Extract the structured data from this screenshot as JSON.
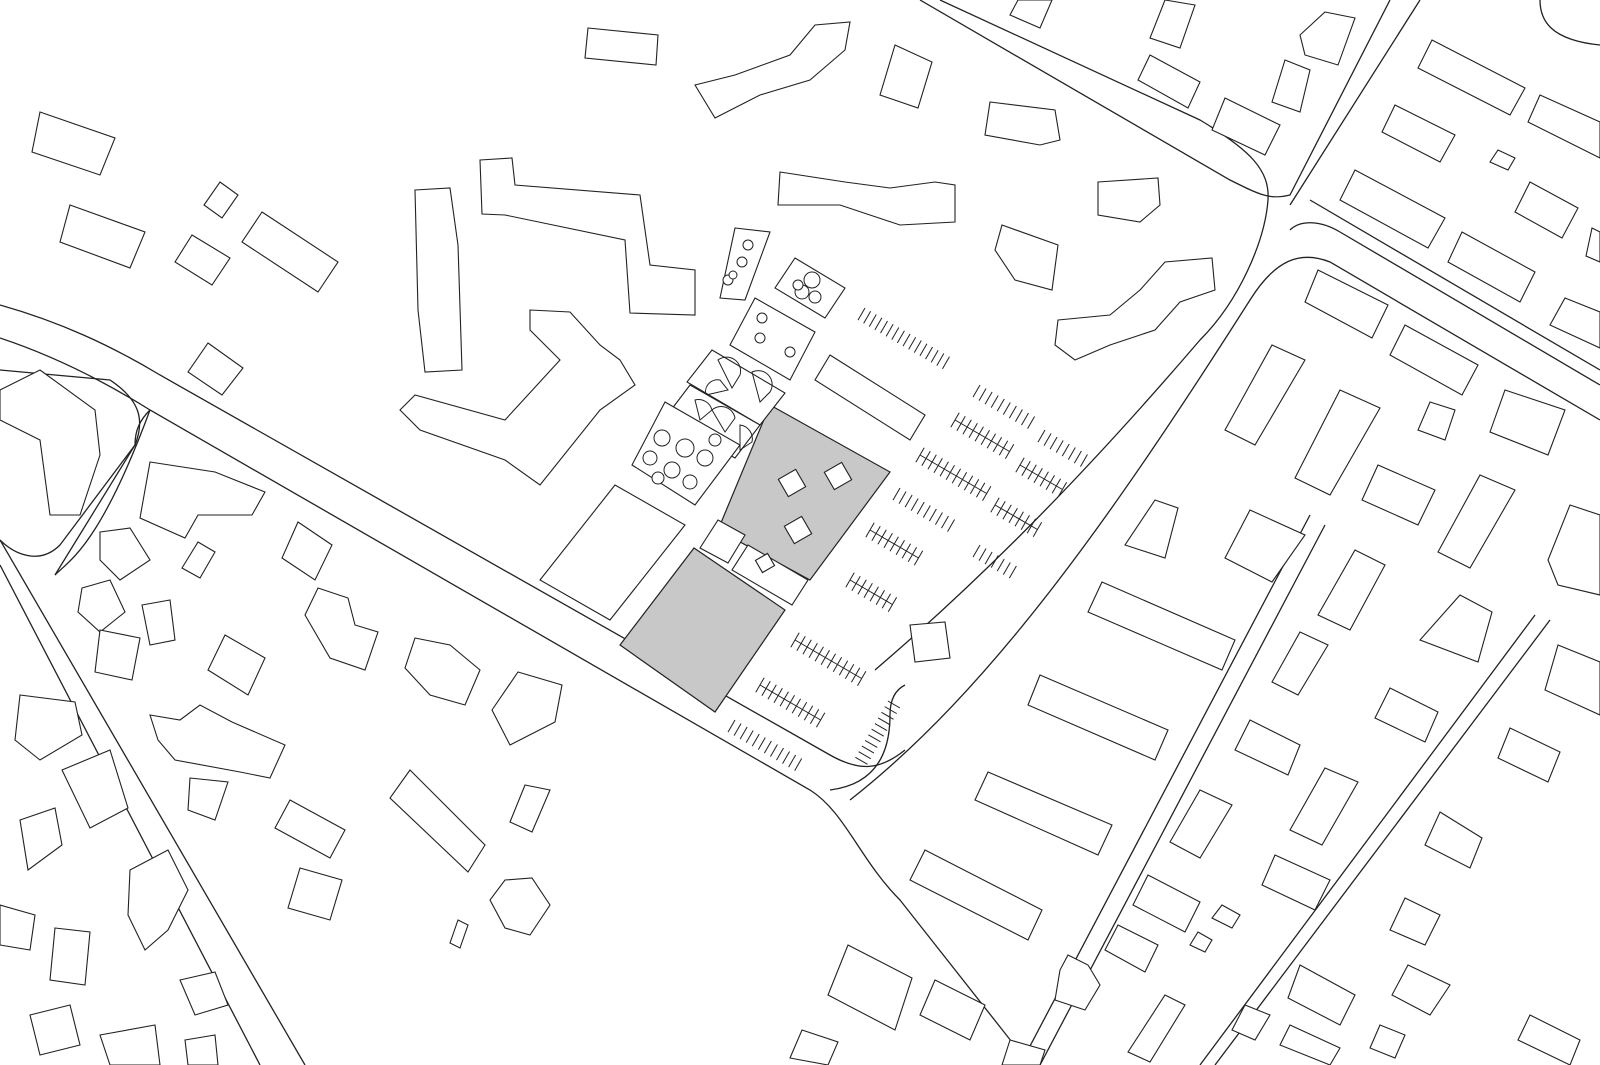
{
  "map": {
    "type": "site-plan",
    "style": "black-and-white line drawing",
    "colors": {
      "background": "#ffffff",
      "linework": "#222222",
      "highlight_fill": "#c8c8c8"
    },
    "features": [
      "roads",
      "existing-buildings",
      "highlighted-project-building",
      "parking-stalls",
      "playgrounds-with-trees"
    ]
  }
}
